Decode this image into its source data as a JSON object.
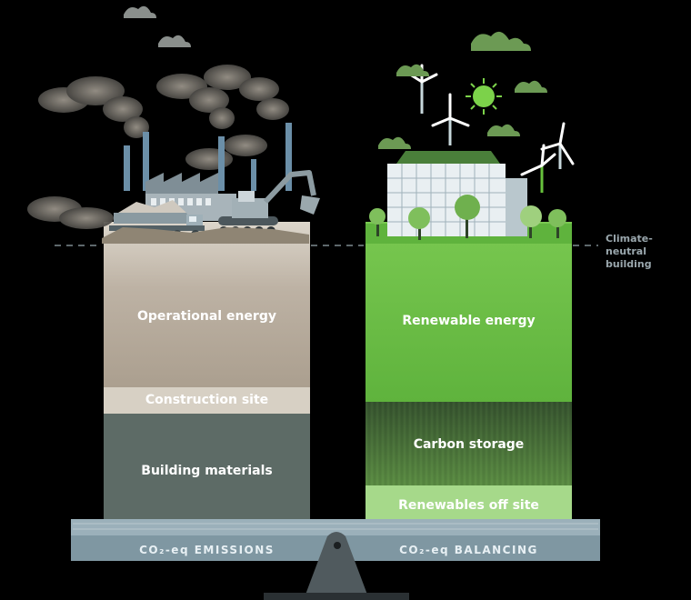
{
  "emissions": {
    "segments": [
      {
        "label": "Operational energy"
      },
      {
        "label": "Construction site"
      },
      {
        "label": "Building materials"
      }
    ],
    "axis_label": "CO₂-eq EMISSIONS"
  },
  "balancing": {
    "segments": [
      {
        "label": "Renewable energy"
      },
      {
        "label": "Carbon storage"
      },
      {
        "label": "Renewables off site"
      }
    ],
    "axis_label": "CO₂-eq BALANCING"
  },
  "threshold_label": "Climate-neutral building",
  "colors": {
    "operational": "#b6ab9c",
    "construction": "#d7d0c4",
    "materials": "#5d6b66",
    "renewable": "#6cc048",
    "carbon": "#3e5a34",
    "offsite": "#a6d98a",
    "beam": "#7f97a2"
  }
}
